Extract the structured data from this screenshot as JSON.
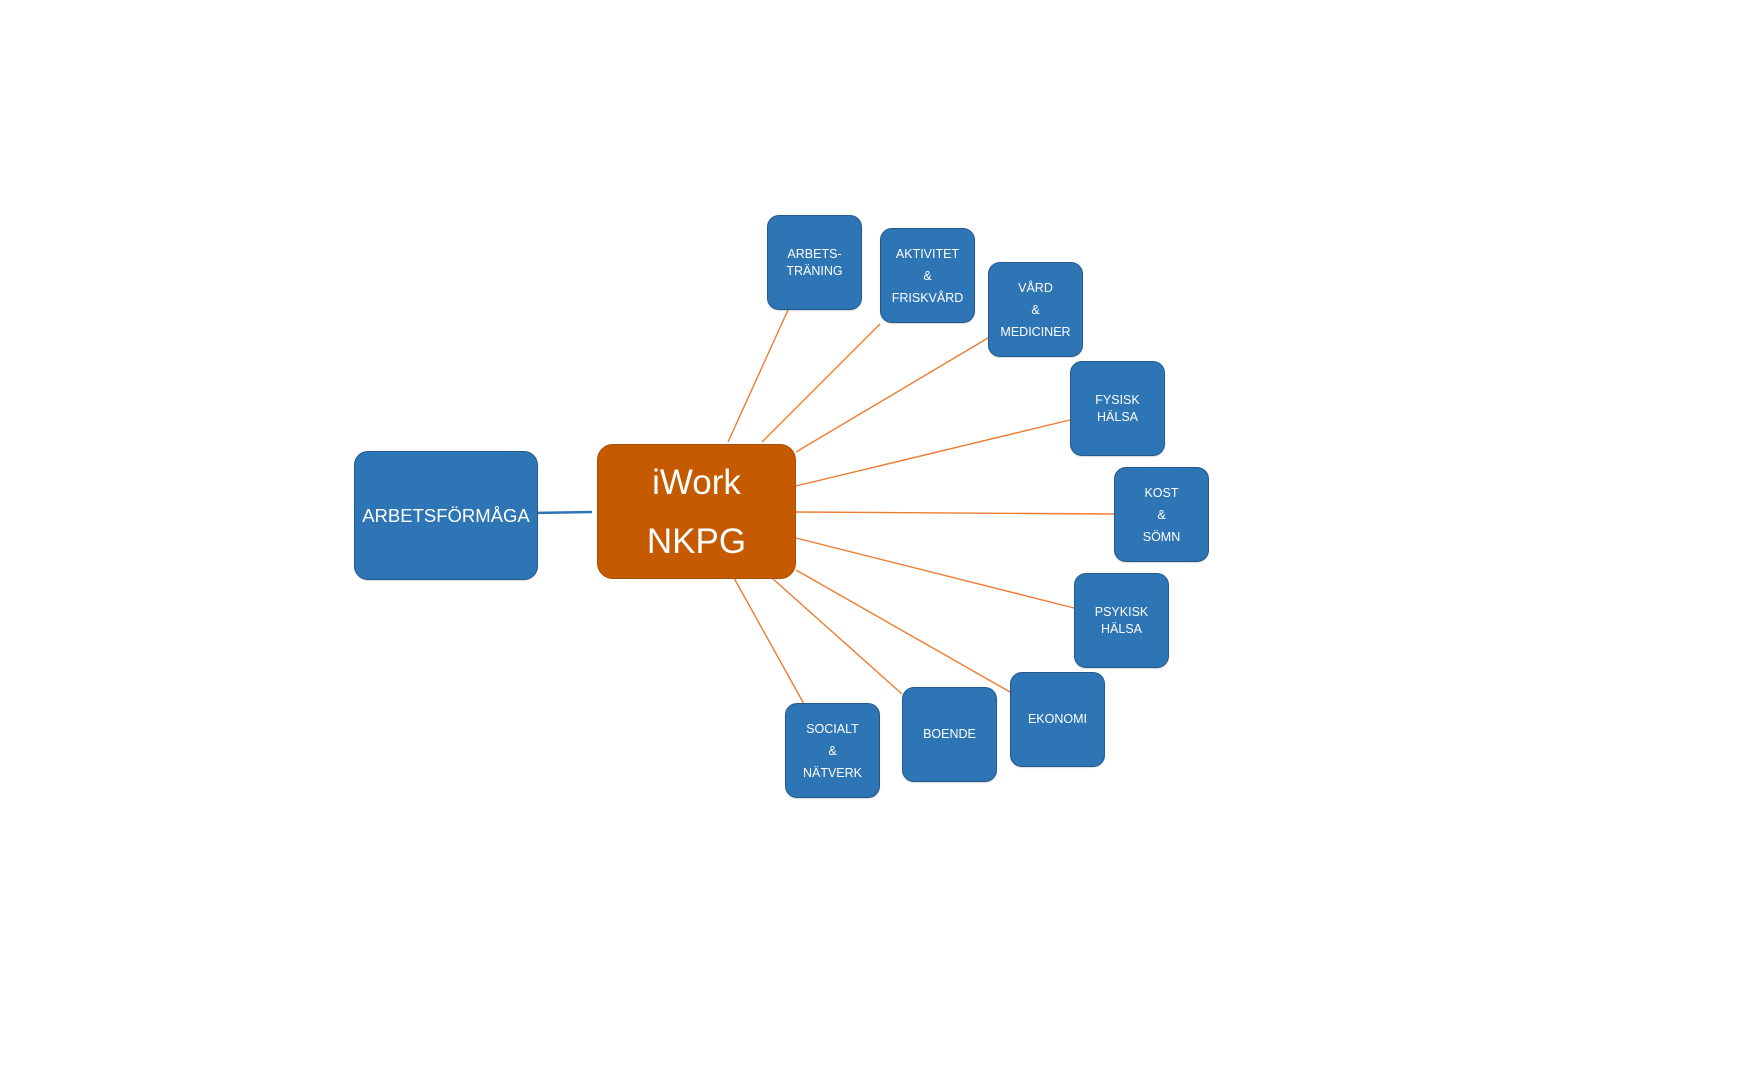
{
  "colors": {
    "node_fill": "#2e75b6",
    "hub_fill": "#c55a00",
    "spoke_line": "#ed7d31",
    "left_line": "#2e75b6"
  },
  "diagram": {
    "hub": {
      "label": "iWork\nNKPG"
    },
    "left_node": {
      "label": "ARBETSFÖRMÅGA"
    },
    "spokes": [
      {
        "id": "arbetstraning",
        "label": "ARBETS-\nTRÄNING"
      },
      {
        "id": "aktivitet",
        "label": "AKTIVITET\n&\nFRISKVÅRD"
      },
      {
        "id": "vard",
        "label": "VÅRD\n&\nMEDICINER"
      },
      {
        "id": "fysisk",
        "label": "FYSISK\nHÄLSA"
      },
      {
        "id": "kost",
        "label": "KOST\n&\nSÖMN"
      },
      {
        "id": "psykisk",
        "label": "PSYKISK\nHÄLSA"
      },
      {
        "id": "ekonomi",
        "label": "EKONOMI"
      },
      {
        "id": "boende",
        "label": "BOENDE"
      },
      {
        "id": "socialt",
        "label": "SOCIALT\n&\nNÄTVERK"
      }
    ]
  }
}
